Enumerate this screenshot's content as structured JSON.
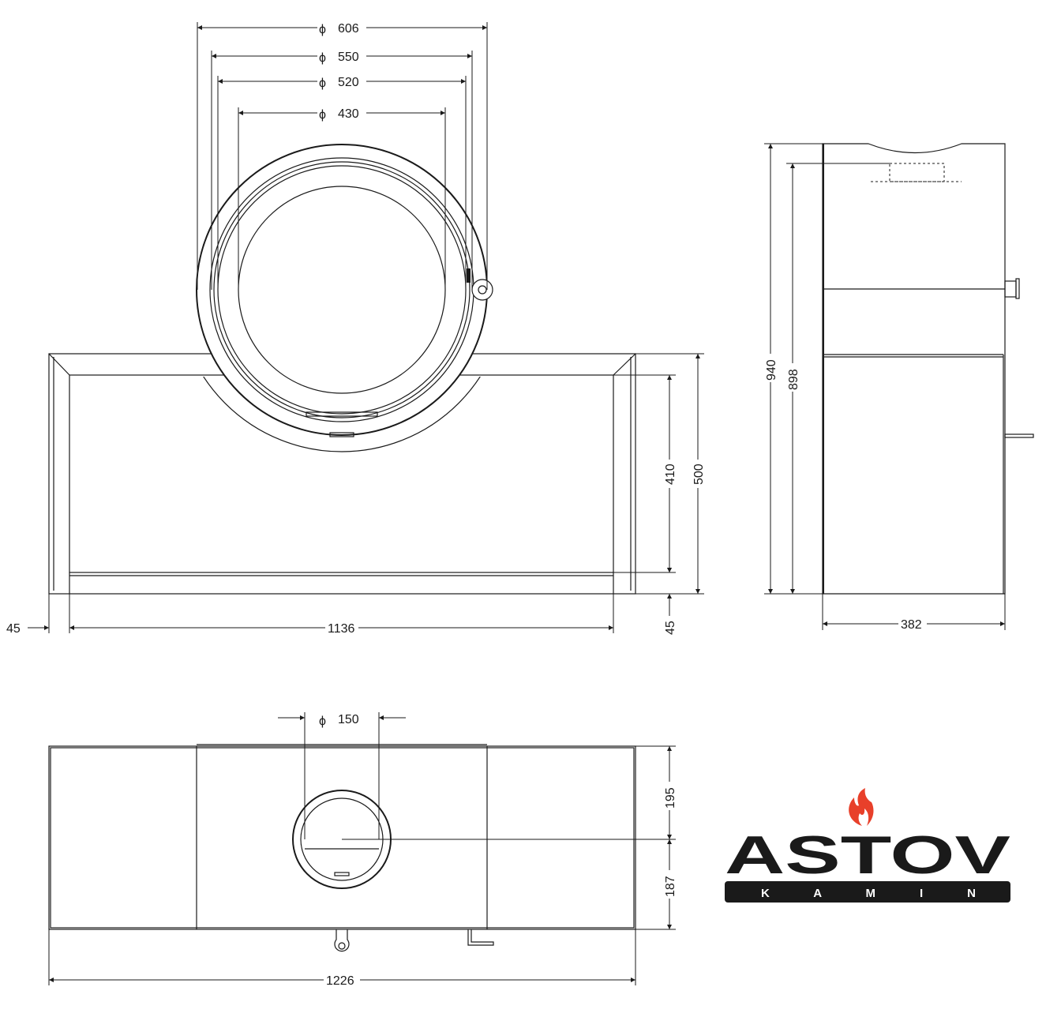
{
  "front_view": {
    "diameters": [
      "606",
      "550",
      "520",
      "430"
    ],
    "diameter_symbol": "ϕ",
    "height_inner": "410",
    "height_total": "500",
    "foot_height": "45",
    "side_offset": "45",
    "inner_width": "1136"
  },
  "side_view": {
    "height_total": "940",
    "height_flue": "898",
    "depth": "382"
  },
  "top_view": {
    "flue_diameter": "150",
    "depth_front": "195",
    "depth_back": "187",
    "width_total": "1226"
  },
  "logo": {
    "brand": "ASTOV",
    "sub": "K A M I N",
    "flame_color": "#e8402a",
    "bar_color": "#1a1a1a"
  }
}
